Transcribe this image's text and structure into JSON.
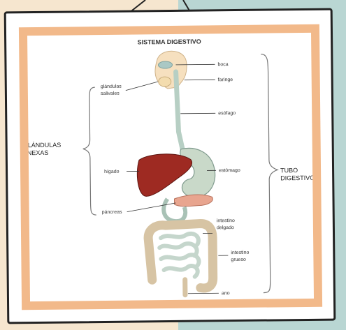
{
  "title": "SISTEMA DIGESTIVO",
  "organs": {
    "boca": "boca",
    "faringe": "faringe",
    "esofago": "esófago",
    "estomago": "estómago",
    "intestino_delgado_1": "intestino",
    "intestino_delgado_2": "delgado",
    "intestino_grueso_1": "intestino",
    "intestino_grueso_2": "grueso",
    "ano": "ano",
    "glandulas_1": "glándulas",
    "glandulas_2": "salivales",
    "higado": "hígado",
    "pancreas": "páncreas"
  },
  "groups": {
    "anexas_1": "GLÁNDULAS",
    "anexas_2": "ANEXAS",
    "tubo_1": "TUBO",
    "tubo_2": "DIGESTIVO"
  },
  "colors": {
    "background": "#f6e6cf",
    "teal": "#b9d6d3",
    "mat": "#f2b98a",
    "liver": "#9e2a22",
    "pancreas": "#e8a58f",
    "tract": "#c9d9c9"
  }
}
